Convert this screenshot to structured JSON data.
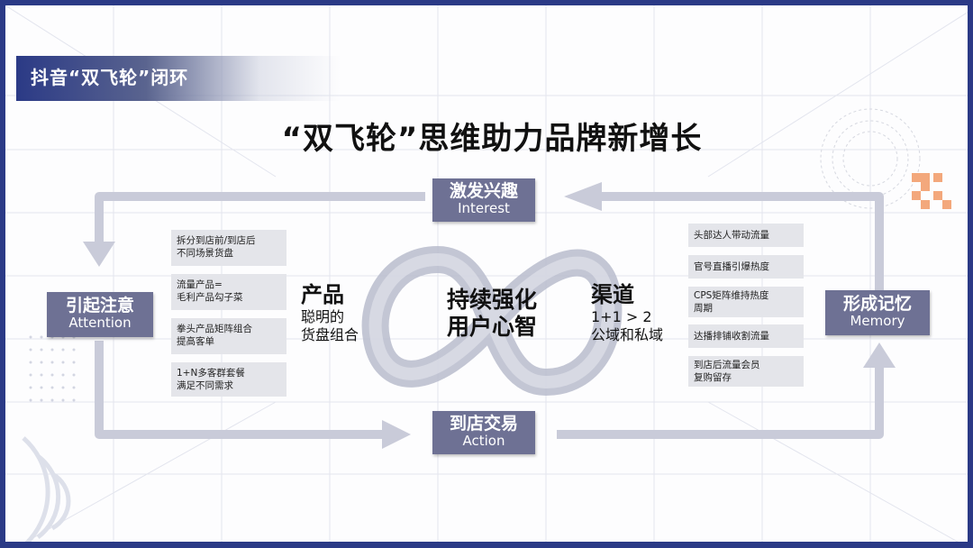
{
  "header": {
    "title": "抖音“双飞轮”闭环"
  },
  "title": "“双飞轮”思维助力品牌新增长",
  "center": {
    "line1": "持续强化",
    "line2": "用户心智"
  },
  "nodes": {
    "interest": {
      "zh": "激发兴趣",
      "en": "Interest"
    },
    "attention": {
      "zh": "引起注意",
      "en": "Attention"
    },
    "action": {
      "zh": "到店交易",
      "en": "Action"
    },
    "memory": {
      "zh": "形成记忆",
      "en": "Memory"
    }
  },
  "product": {
    "head": "产品",
    "sub": "聪明的\n货盘组合"
  },
  "channel": {
    "head": "渠道",
    "sub": "1+1 > 2\n公域和私域"
  },
  "left_cards": [
    "拆分到店前/到店后\n不同场景货盘",
    "流量产品=\n毛利产品勾子菜",
    "拳头产品矩阵组合\n提高客单",
    "1+N多客群套餐\n满足不同需求"
  ],
  "right_cards": [
    "头部达人带动流量",
    "官号直播引爆热度",
    "CPS矩阵维持热度\n周期",
    "达播排铺收割流量",
    "到店后流量会员\n复购留存"
  ],
  "colors": {
    "frame": "#2b3a86",
    "node": "#6e7194",
    "card": "#e4e5ea",
    "arrow": "#c9cbd9",
    "accent": "#f3a87c"
  }
}
